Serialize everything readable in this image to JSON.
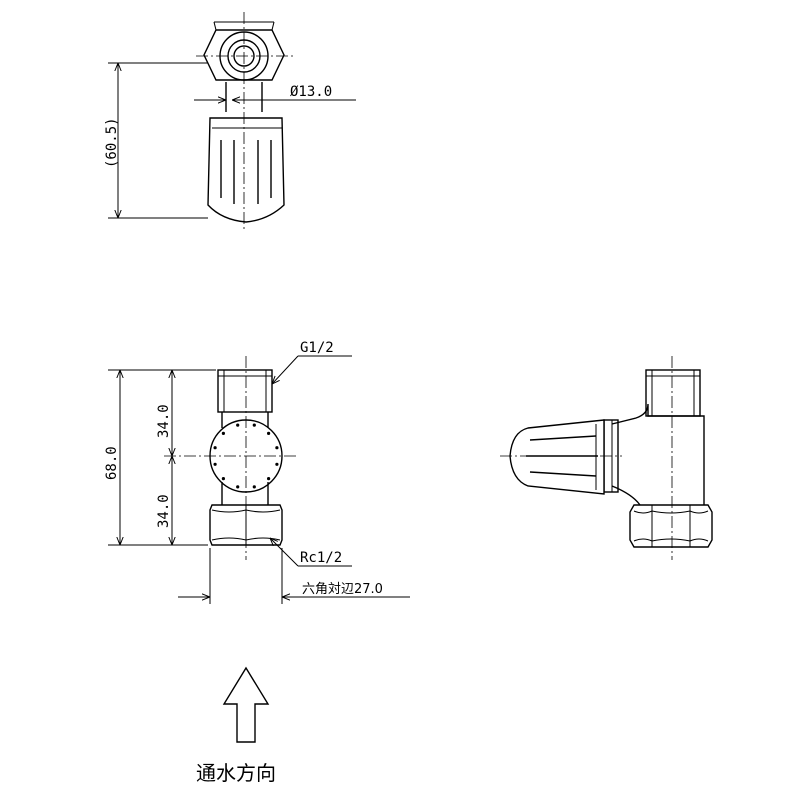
{
  "dimensions": {
    "bore_diameter": "Ø13.0",
    "handle_height": "(60.5)",
    "total_height": "68.0",
    "upper_half": "34.0",
    "lower_half": "34.0",
    "hex_across_flats": "六角対辺27.0"
  },
  "threads": {
    "top": "G1/2",
    "bottom": "Rc1/2"
  },
  "flow_direction_label": "通水方向"
}
